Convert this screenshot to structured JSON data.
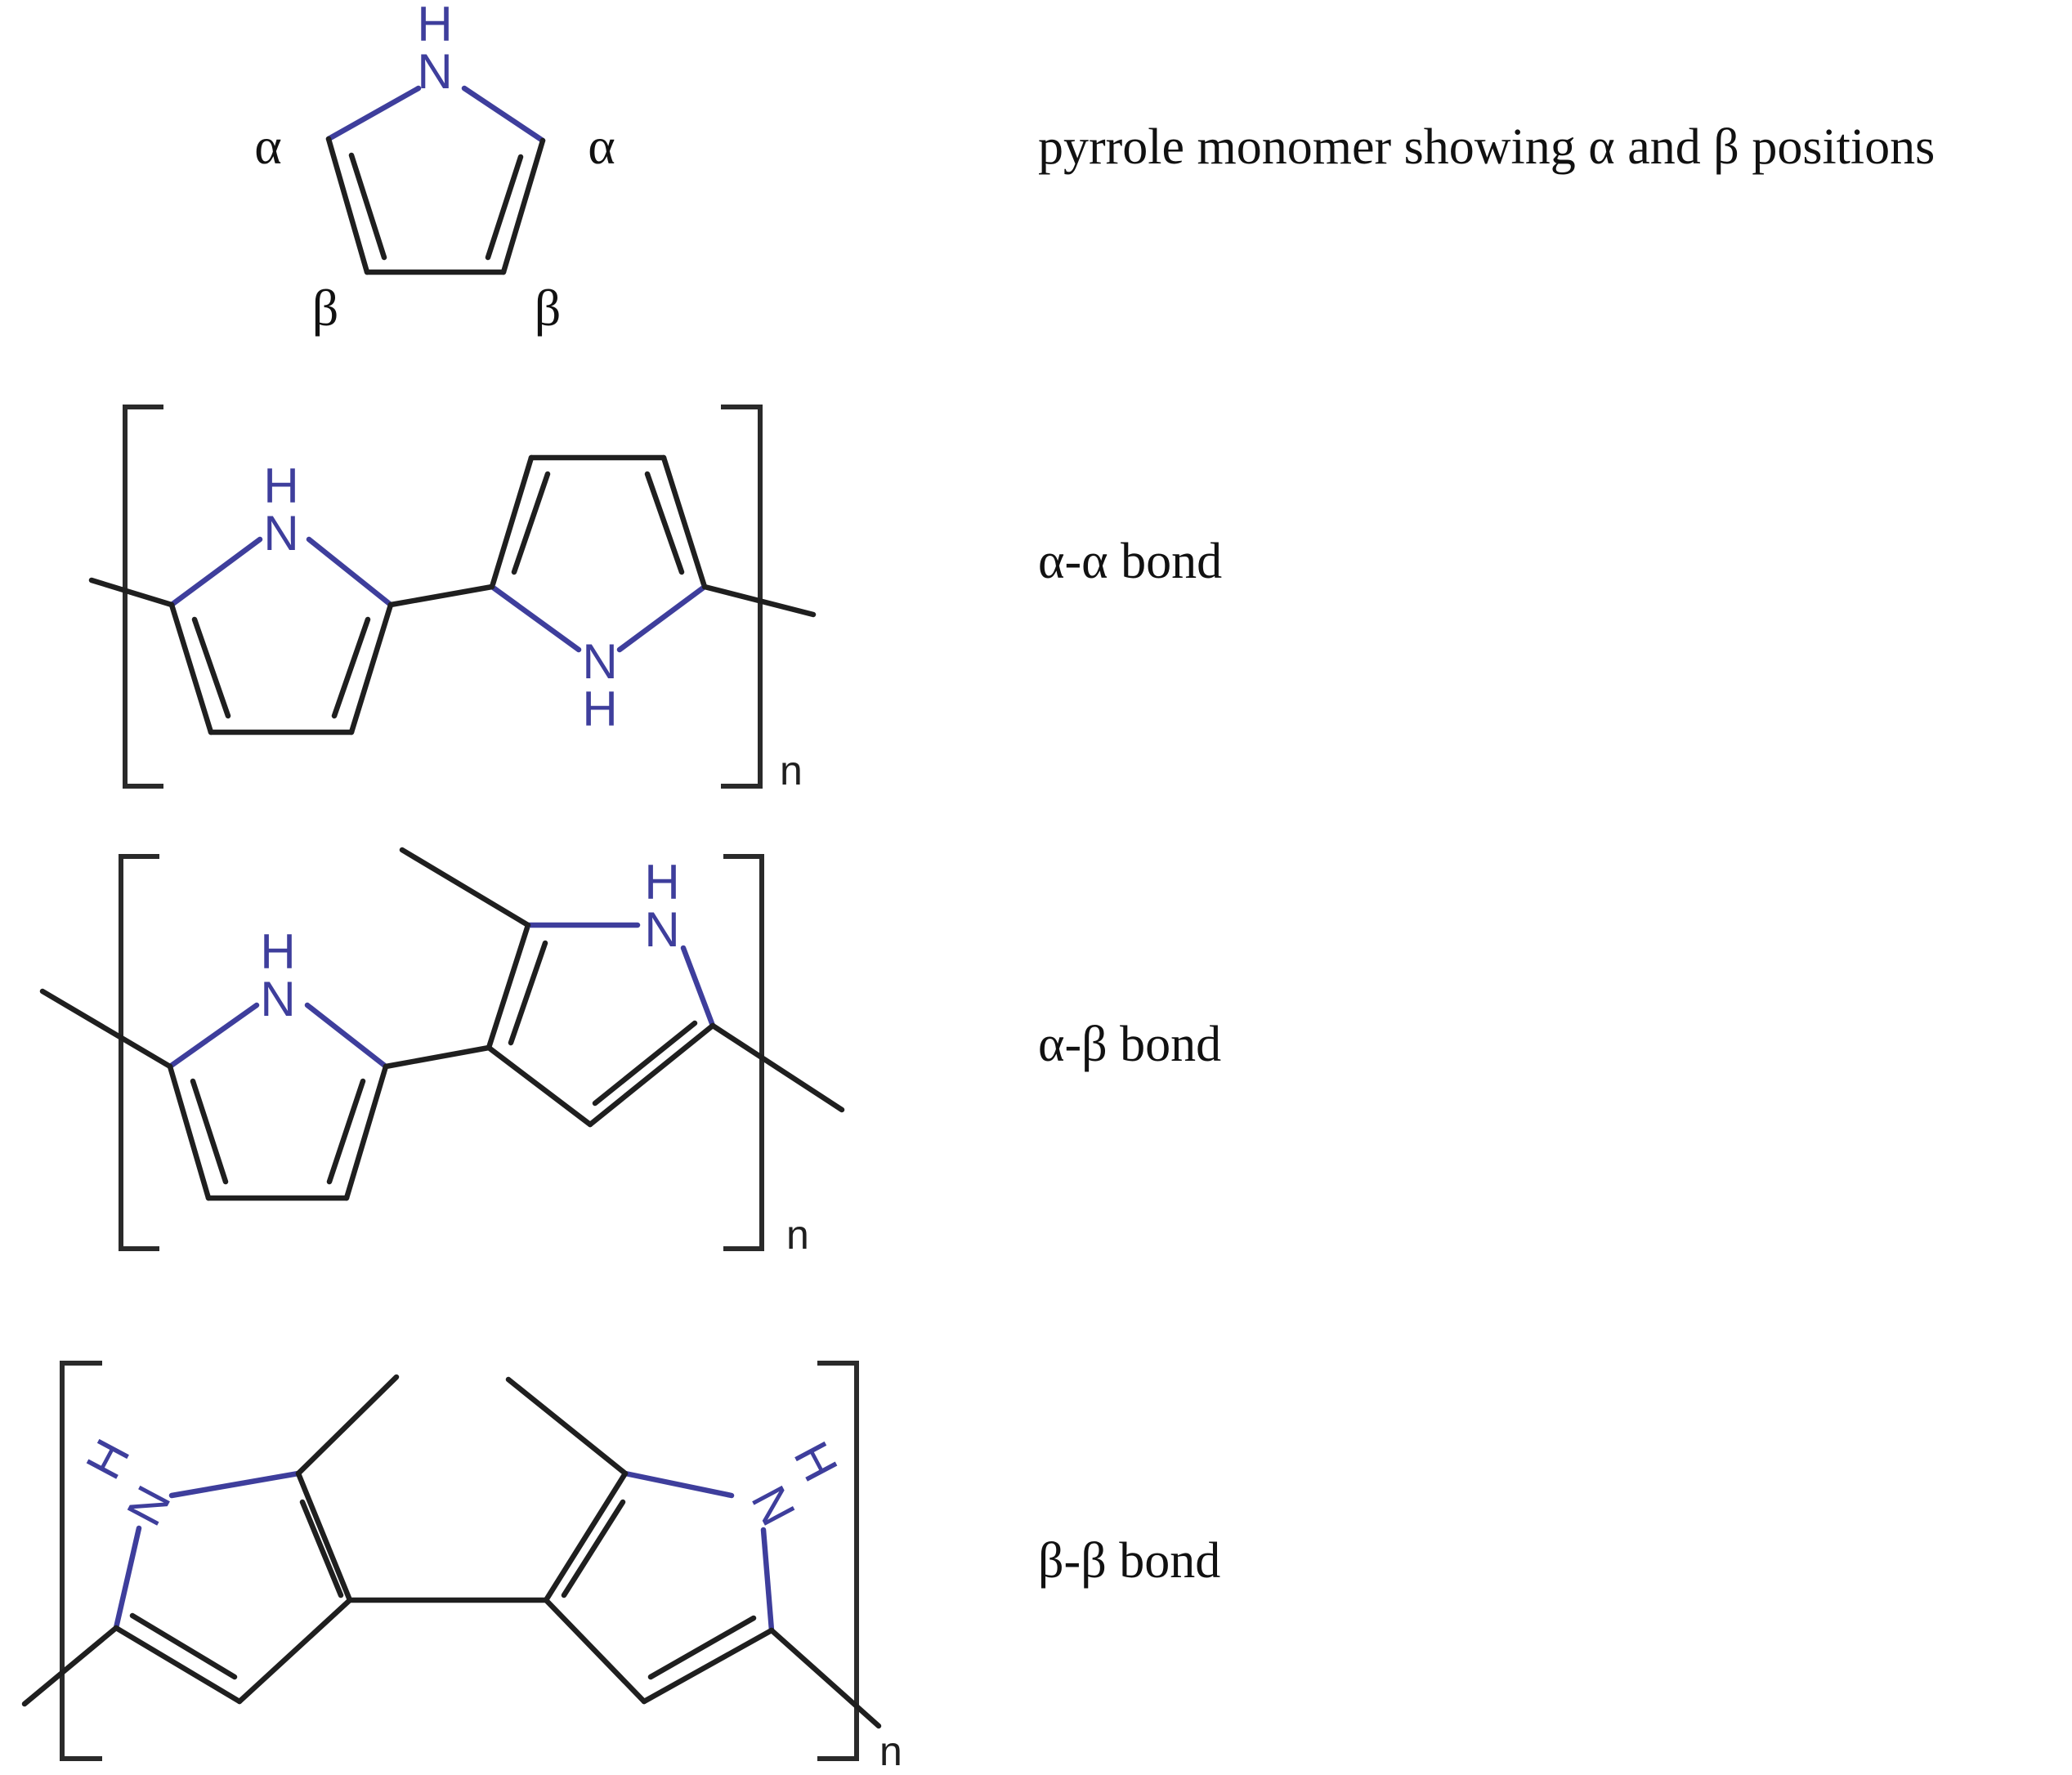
{
  "captions": {
    "monomer": "pyrrole monomer showing α and β positions",
    "alpha_alpha": "α-α bond",
    "alpha_beta": "α-β bond",
    "beta_beta": "β-β bond"
  },
  "position_labels": {
    "alpha": "α",
    "beta": "β"
  },
  "atoms": {
    "nitrogen": "N",
    "hydrogen": "H"
  },
  "repeat_subscript": "n",
  "colors": {
    "bond": "#1f1f1f",
    "heteroatom": "#3e3e9c"
  }
}
